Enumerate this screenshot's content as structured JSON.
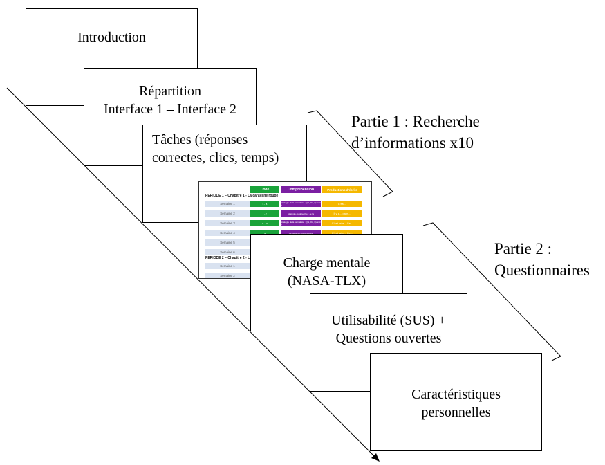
{
  "boxes": {
    "introduction": "Introduction",
    "repartition": "Répartition\nInterface 1 – Interface 2",
    "taches": "Tâches  (réponses\ncorrectes, clics, temps)",
    "charge": "Charge mentale\n(NASA-TLX)",
    "utilisabilite": "Utilisabilité (SUS) +\nQuestions ouvertes",
    "caracteristiques": "Caractéristiques\npersonnelles"
  },
  "labels": {
    "partie1": "Partie 1 : Recherche\nd’informations x10",
    "partie2": "Partie 2 :\nQuestionnaires"
  },
  "screenshot": {
    "headers": [
      "Code",
      "Compréhension",
      "Productions d’écrits"
    ],
    "header_colors": [
      "#1aa33a",
      "#7b1fa2",
      "#f5b800"
    ],
    "period1": "PERIODE 1 – Chapitre 1 - La caravane rouge",
    "period2": "PERIODE 2 – Chapitre 2 - L",
    "weeks": [
      "Semaine 1",
      "Semaine 2",
      "Semaine 3",
      "Semaine 4",
      "Semaine 5",
      "Semaine 6"
    ],
    "weeks2": [
      "Semaine 1",
      "Semaine 2"
    ],
    "code_cells": [
      "i - a",
      "l - r",
      "o - u",
      "s",
      "",
      ""
    ],
    "comp_cells": [
      "Stratégie de la journaliste : Qui, Où, Quand ?",
      "Stratégie du détective : Je lis",
      "Stratégie de la journaliste : Qui, Où, Quand ?",
      "Stratégie du bibliothécaire",
      "",
      ""
    ],
    "prod_cells": [
      "C’est...",
      "Il y a... dans...",
      "C’est la/le... Ce...",
      "C’est la/le... Ce...",
      "",
      ""
    ]
  }
}
